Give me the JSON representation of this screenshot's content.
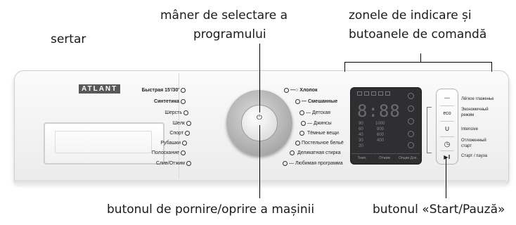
{
  "captions": {
    "drawer": "sertar",
    "handle_line1": "mâner de selectare a",
    "handle_line2": "programului",
    "indicators_line1": "zonele de indicare și",
    "indicators_line2": "butoanele de comandă",
    "power_button": "butonul de pornire/oprire a mașinii",
    "start_pause": "butonul «Start/Pauză»"
  },
  "brand": "ATLANT",
  "programs_left": [
    "Быстрая 15'/30'",
    "Синтетика",
    "Шерсть",
    "Шелк",
    "Спорт",
    "Рубашки",
    "Полоскание",
    "Слив/Отжим"
  ],
  "programs_right": [
    "Хлопок",
    "Смешанные",
    "Детская",
    "Джинсы",
    "Тёмные вещи",
    "Постельное бельё",
    "Деликатная стирка",
    "Любимая программа"
  ],
  "display": {
    "digits": "8:88",
    "temps": [
      "90",
      "60",
      "40",
      "30",
      "20"
    ],
    "spins": [
      "1000",
      "800",
      "600",
      "400"
    ],
    "bottom_buttons": [
      "Темп.",
      "Отжим",
      "Опции Доп."
    ]
  },
  "right_labels": [
    "Лёгкое глаженье",
    "Экономичный режим",
    "Intensive",
    "Отложенный старт",
    "Старт / пауза"
  ],
  "button_icons": [
    "iron-icon",
    "eco-icon",
    "basin-icon",
    "clock-icon",
    "play-pause-icon"
  ],
  "button_symbols": [
    "⏤",
    "eco",
    "∪",
    "◷",
    "▶‖"
  ]
}
